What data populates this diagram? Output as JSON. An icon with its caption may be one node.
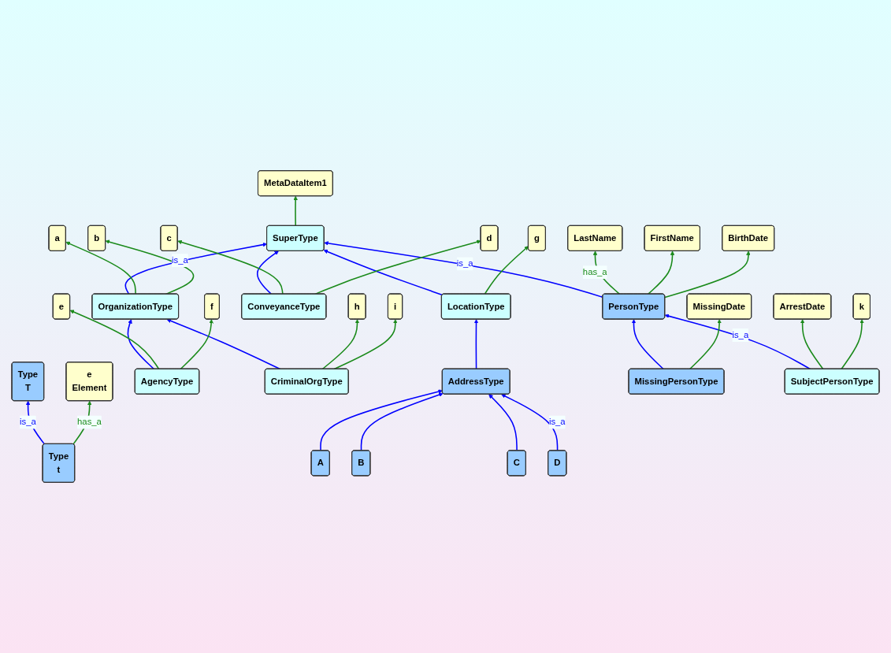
{
  "diagram": {
    "nodes": [
      {
        "text": [
          "Type",
          "T"
        ]
      },
      {
        "text": [
          "Type",
          "t"
        ]
      },
      {
        "text": [
          "e",
          "Element"
        ]
      },
      {
        "text": [
          "SuperType"
        ]
      },
      {
        "text": [
          "MetaDataItem1"
        ]
      },
      {
        "text": [
          "OrganizationType"
        ]
      },
      {
        "text": [
          "ConveyanceType"
        ]
      },
      {
        "text": [
          "c"
        ]
      },
      {
        "text": [
          "d"
        ]
      },
      {
        "text": [
          "a"
        ]
      },
      {
        "text": [
          "b"
        ]
      },
      {
        "text": [
          "LocationType"
        ]
      },
      {
        "text": [
          "g"
        ]
      },
      {
        "text": [
          "AgencyType"
        ]
      },
      {
        "text": [
          "e"
        ]
      },
      {
        "text": [
          "f"
        ]
      },
      {
        "text": [
          "AddressType"
        ]
      },
      {
        "text": [
          "h"
        ]
      },
      {
        "text": [
          "i"
        ]
      },
      {
        "text": [
          "CriminalOrgType"
        ]
      },
      {
        "text": [
          "PersonType"
        ]
      },
      {
        "text": [
          "LastName"
        ]
      },
      {
        "text": [
          "FirstName"
        ]
      },
      {
        "text": [
          "BirthDate"
        ]
      },
      {
        "text": [
          "A"
        ]
      },
      {
        "text": [
          "B"
        ]
      },
      {
        "text": [
          "C"
        ]
      },
      {
        "text": [
          "D"
        ]
      },
      {
        "text": [
          "MissingDate"
        ]
      },
      {
        "text": [
          "MissingPersonType"
        ]
      },
      {
        "text": [
          "ArrestDate"
        ]
      },
      {
        "text": [
          "SubjectPersonType"
        ]
      },
      {
        "text": [
          "k"
        ]
      }
    ],
    "edges": [
      {
        "from": 1,
        "to": 0,
        "arrow": "to",
        "label": "is_a",
        "color": "#0000ff"
      },
      {
        "from": 1,
        "to": 2,
        "arrow": "to",
        "label": "has_a"
      },
      {
        "from": 3,
        "to": 4,
        "arrow": "to"
      },
      {
        "from": 5,
        "to": 3,
        "arrow": "to",
        "label": "is_a",
        "color": "#0000ff"
      },
      {
        "from": 20,
        "to": 3,
        "arrow": "to",
        "label": "is_a",
        "color": "#0000ff"
      },
      {
        "from": 11,
        "to": 3,
        "arrow": "to",
        "color": "#0000ff"
      },
      {
        "from": 6,
        "to": 3,
        "arrow": "to",
        "color": "#0000ff"
      },
      {
        "from": 6,
        "to": 7,
        "arrow": "to"
      },
      {
        "from": 6,
        "to": 8,
        "arrow": "to"
      },
      {
        "from": 5,
        "to": 9,
        "arrow": "to"
      },
      {
        "from": 5,
        "to": 10,
        "arrow": "to"
      },
      {
        "from": 11,
        "to": 12,
        "arrow": "to"
      },
      {
        "from": 13,
        "to": 5,
        "arrow": "to",
        "color": "#0000ff"
      },
      {
        "from": 19,
        "to": 5,
        "arrow": "to",
        "color": "#0000ff"
      },
      {
        "from": 13,
        "to": 14,
        "arrow": "to"
      },
      {
        "from": 13,
        "to": 15,
        "arrow": "to"
      },
      {
        "from": 16,
        "to": 11,
        "arrow": "to",
        "color": "#0000ff"
      },
      {
        "from": 19,
        "to": 17,
        "arrow": "to"
      },
      {
        "from": 19,
        "to": 18,
        "arrow": "to"
      },
      {
        "from": 20,
        "to": 21,
        "arrow": "to",
        "label": "has_a"
      },
      {
        "from": 20,
        "to": 22,
        "arrow": "to"
      },
      {
        "from": 20,
        "to": 23,
        "arrow": "to"
      },
      {
        "from": 24,
        "to": 16,
        "arrow": "to",
        "color": "#0000ff"
      },
      {
        "from": 25,
        "to": 16,
        "arrow": "to",
        "color": "#0000ff"
      },
      {
        "from": 26,
        "to": 16,
        "arrow": "to",
        "color": "#0000ff"
      },
      {
        "from": 27,
        "to": 16,
        "arrow": "to",
        "label": "is_a",
        "color": "#0000ff"
      },
      {
        "from": 29,
        "to": 20,
        "arrow": "to",
        "color": "#0000ff"
      },
      {
        "from": 31,
        "to": 20,
        "arrow": "to",
        "label": "is_a",
        "color": "#0000ff"
      },
      {
        "from": 29,
        "to": 28,
        "arrow": "to"
      },
      {
        "from": 31,
        "to": 30,
        "arrow": "to"
      },
      {
        "from": 31,
        "to": 32,
        "arrow": "to"
      }
    ]
  }
}
